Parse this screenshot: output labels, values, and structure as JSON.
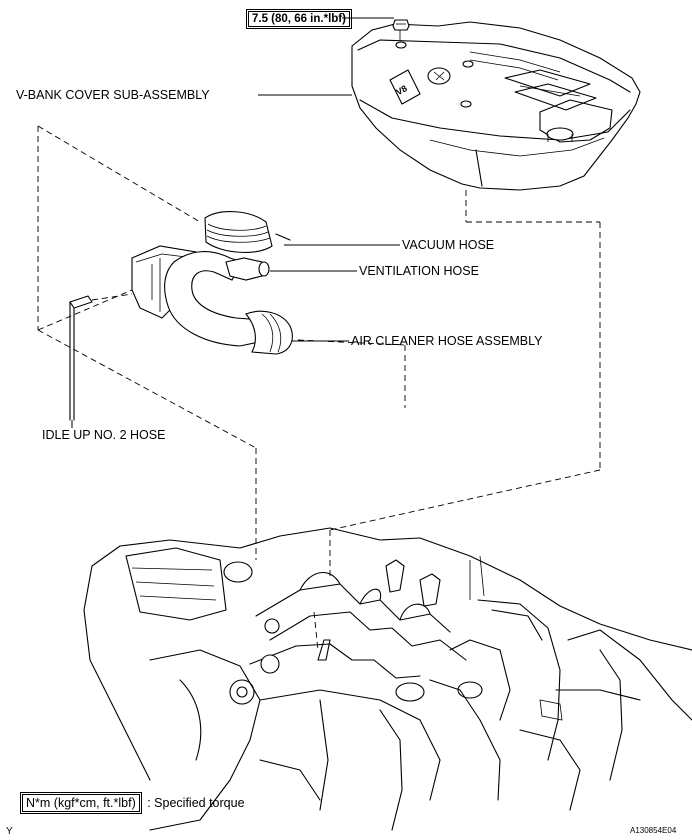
{
  "torque_spec": "7.5 (80, 66 in.*lbf)",
  "labels": {
    "v_bank_cover": "V-BANK COVER SUB-ASSEMBLY",
    "vacuum_hose": "VACUUM HOSE",
    "ventilation_hose": "VENTILATION HOSE",
    "air_cleaner_hose": "AIR CLEANER HOSE ASSEMBLY",
    "idle_up_hose": "IDLE UP NO. 2 HOSE"
  },
  "legend": {
    "unit_box": "N*m (kgf*cm, ft.*lbf)",
    "description": ": Specified torque"
  },
  "figure_code": "A130854E04",
  "corner_mark": "Y",
  "cover_badge": "V8"
}
